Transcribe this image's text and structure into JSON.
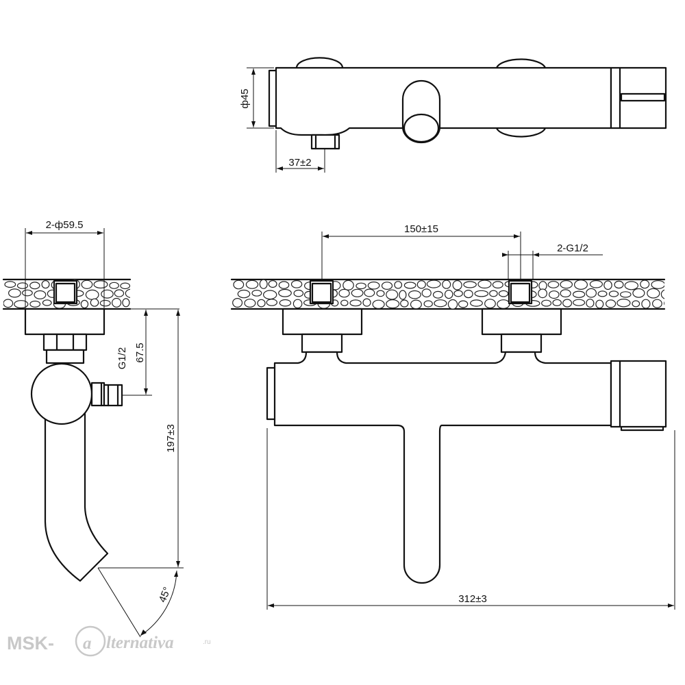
{
  "dimensions": {
    "top_body_diameter": "ф45",
    "top_outlet_offset": "37±2",
    "flange_diameter": "2-ф59.5",
    "inlet_thread_side": "G1/2",
    "inlet_height": "67.5",
    "total_height": "197±3",
    "spout_angle": "45°",
    "center_distance": "150±15",
    "inlet_thread_front": "2-G1/2",
    "total_length": "312±3"
  },
  "watermark": {
    "brand": "MSK-",
    "script": "lternativa",
    "domain": ".ru"
  }
}
